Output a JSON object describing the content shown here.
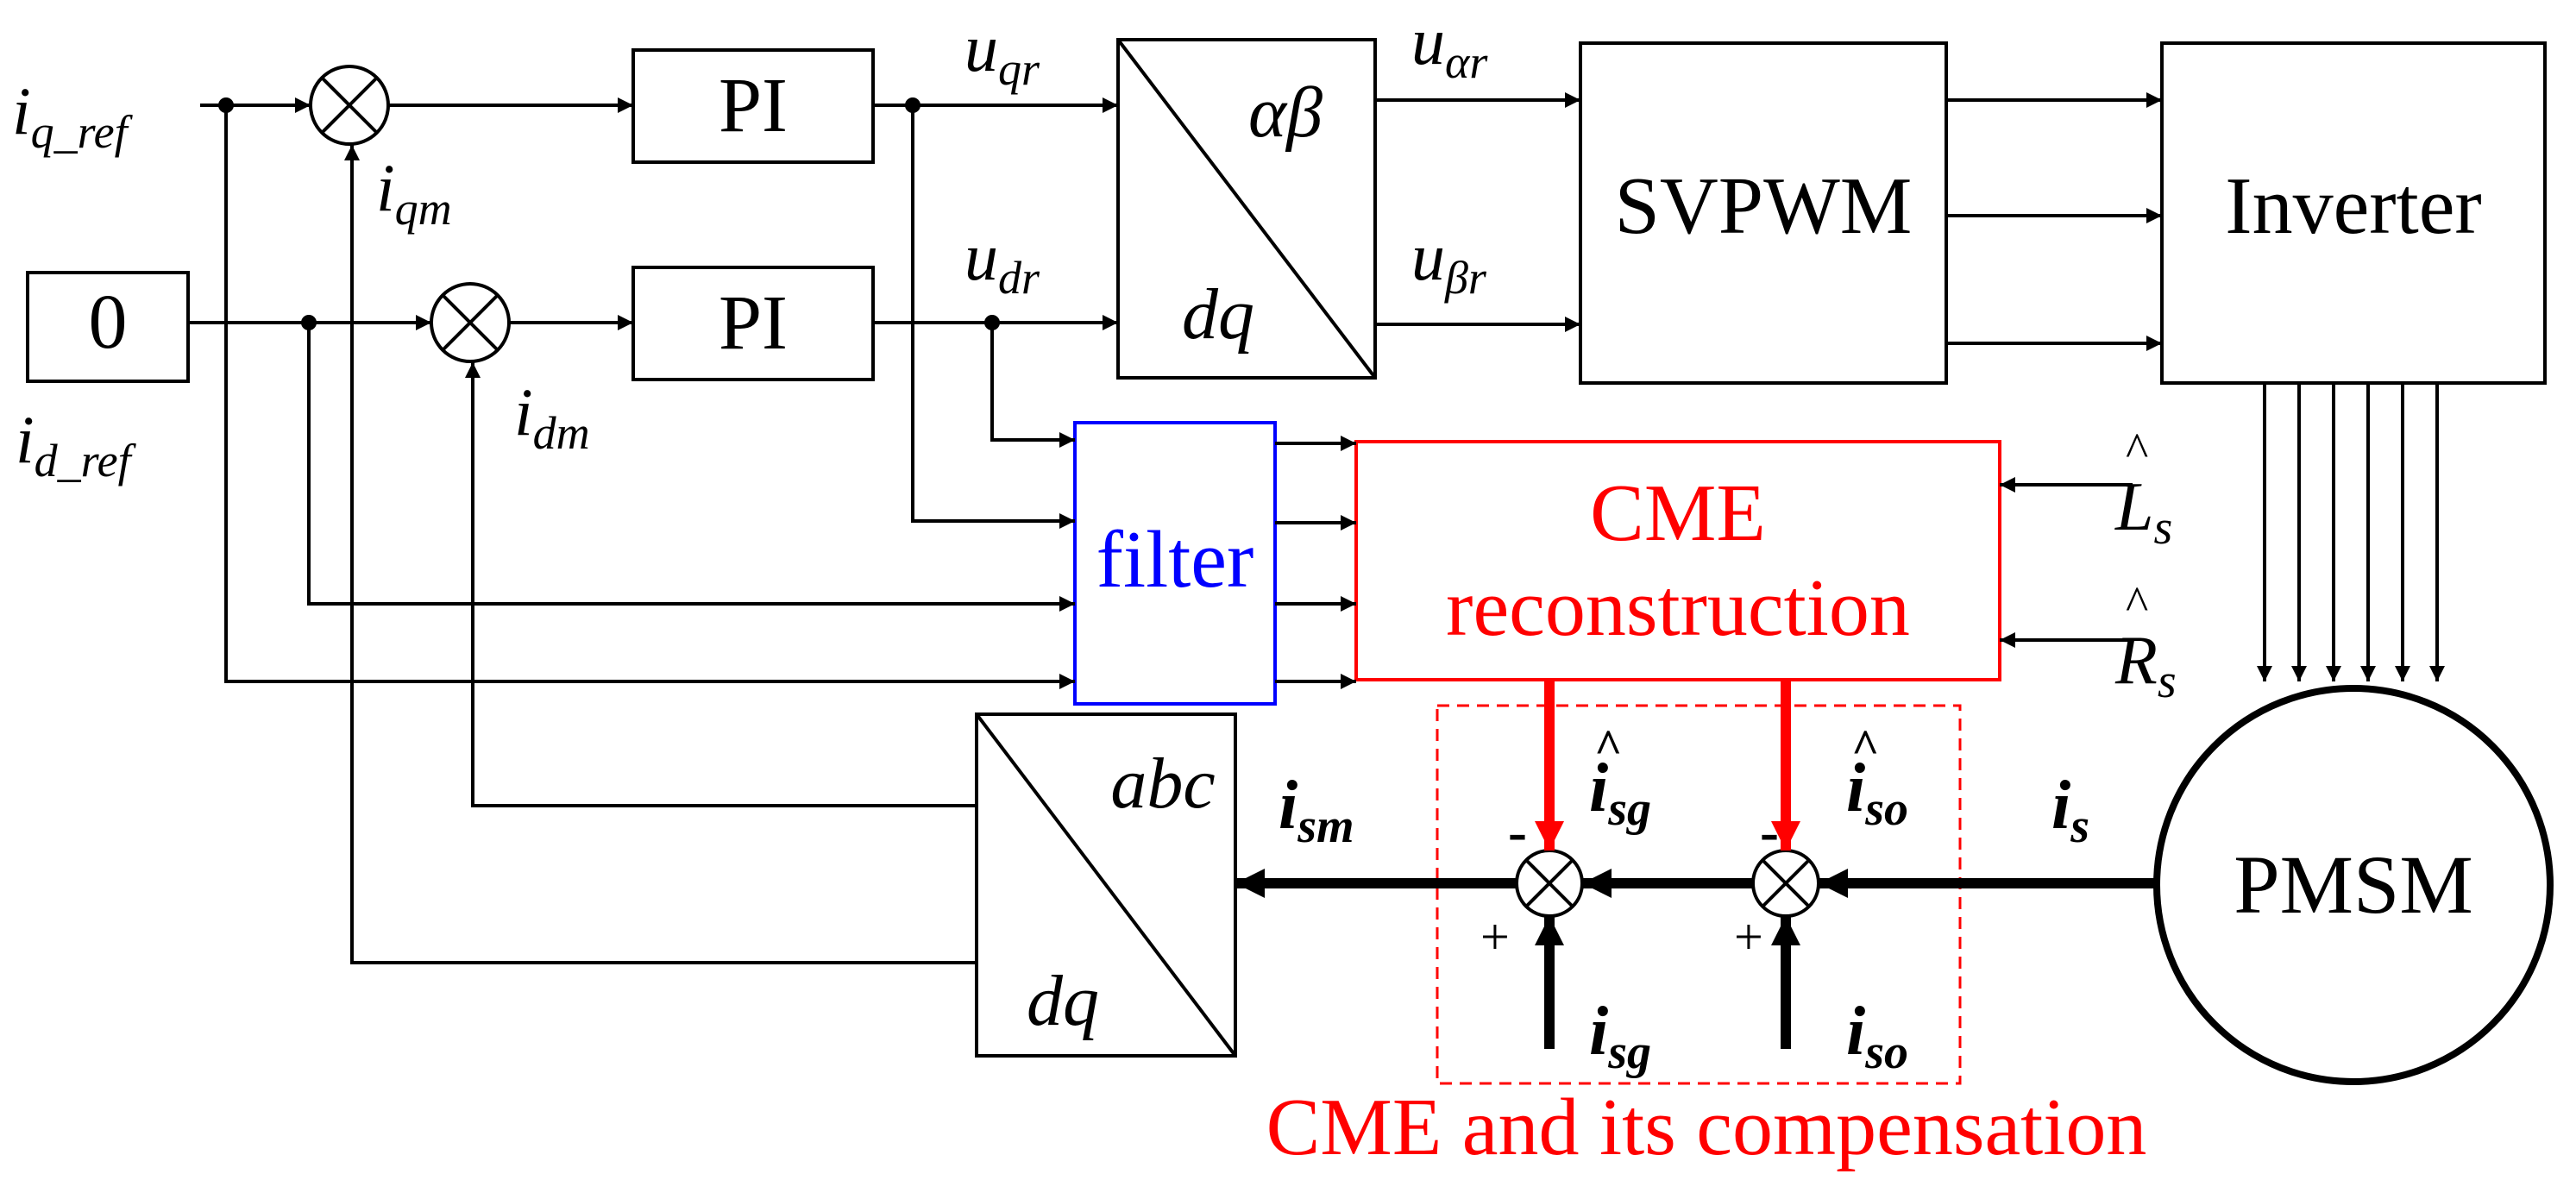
{
  "blocks": {
    "zero": "0",
    "pi_q": "PI",
    "pi_d": "PI",
    "svpwm": "SVPWM",
    "inverter": "Inverter",
    "filter": "filter",
    "cme_line1": "CME",
    "cme_line2": "reconstruction",
    "pmsm": "PMSM",
    "park_top": "αβ",
    "park_bottom": "dq",
    "abc_top": "abc",
    "abc_bottom": "dq",
    "compensation_caption": "CME and its compensation"
  },
  "signals": {
    "iq_ref": {
      "main": "i",
      "sub": "q_ref"
    },
    "id_ref": {
      "main": "i",
      "sub": "d_ref"
    },
    "iqm": {
      "main": "i",
      "sub": "qm"
    },
    "idm": {
      "main": "i",
      "sub": "dm"
    },
    "uqr": {
      "main": "u",
      "sub": "qr"
    },
    "udr": {
      "main": "u",
      "sub": "dr"
    },
    "uar": {
      "main": "u",
      "sub": "αr"
    },
    "ubr": {
      "main": "u",
      "sub": "βr"
    },
    "ism": {
      "main": "i",
      "sub": "sm"
    },
    "is": {
      "main": "i",
      "sub": "s"
    },
    "isg": {
      "main": "i",
      "sub": "sg"
    },
    "iso": {
      "main": "i",
      "sub": "so"
    },
    "isg_hat": {
      "main": "i",
      "sub": "sg",
      "accent": "^"
    },
    "iso_hat": {
      "main": "i",
      "sub": "so",
      "accent": "^"
    },
    "Ls_hat": {
      "main": "L",
      "sub": "s",
      "accent": "^"
    },
    "Rs_hat": {
      "main": "R",
      "sub": "s",
      "accent": "^"
    }
  },
  "signs": {
    "minus": "-",
    "plus": "+"
  },
  "colors": {
    "line": "#000000",
    "cme": "#ff0000",
    "filter": "#0000ff"
  }
}
